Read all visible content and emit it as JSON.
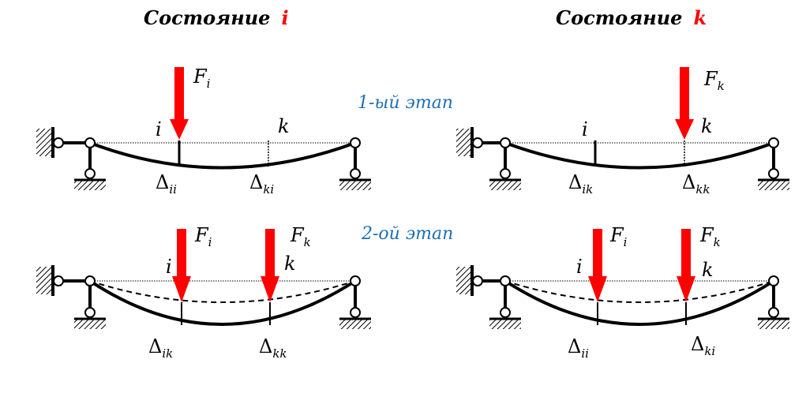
{
  "titles": {
    "left_text": "Состояние",
    "left_index": "i",
    "right_text": "Состояние",
    "right_index": "k"
  },
  "stages": {
    "stage1": "1-ый этап",
    "stage2": "2-ой этап"
  },
  "colors": {
    "force": "#ff0000",
    "stage_label": "#1f6fb0",
    "title_index": "#ff0000"
  },
  "panels": {
    "i_stage1": {
      "force": {
        "sym": "F",
        "sub": "i"
      },
      "point_i": "i",
      "point_k": "k",
      "delta1": {
        "sym": "Δ",
        "sub": "ii"
      },
      "delta2": {
        "sym": "Δ",
        "sub": "ki"
      }
    },
    "k_stage1": {
      "force": {
        "sym": "F",
        "sub": "k"
      },
      "point_i": "i",
      "point_k": "k",
      "delta1": {
        "sym": "Δ",
        "sub": "ik"
      },
      "delta2": {
        "sym": "Δ",
        "sub": "kk"
      }
    },
    "i_stage2": {
      "force1": {
        "sym": "F",
        "sub": "i"
      },
      "force2": {
        "sym": "F",
        "sub": "k"
      },
      "point_i": "i",
      "point_k": "k",
      "delta1": {
        "sym": "Δ",
        "sub": "ik"
      },
      "delta2": {
        "sym": "Δ",
        "sub": "kk"
      }
    },
    "k_stage2": {
      "force1": {
        "sym": "F",
        "sub": "i"
      },
      "force2": {
        "sym": "F",
        "sub": "k"
      },
      "point_i": "i",
      "point_k": "k",
      "delta1": {
        "sym": "Δ",
        "sub": "ii"
      },
      "delta2": {
        "sym": "Δ",
        "sub": "ki"
      }
    }
  }
}
